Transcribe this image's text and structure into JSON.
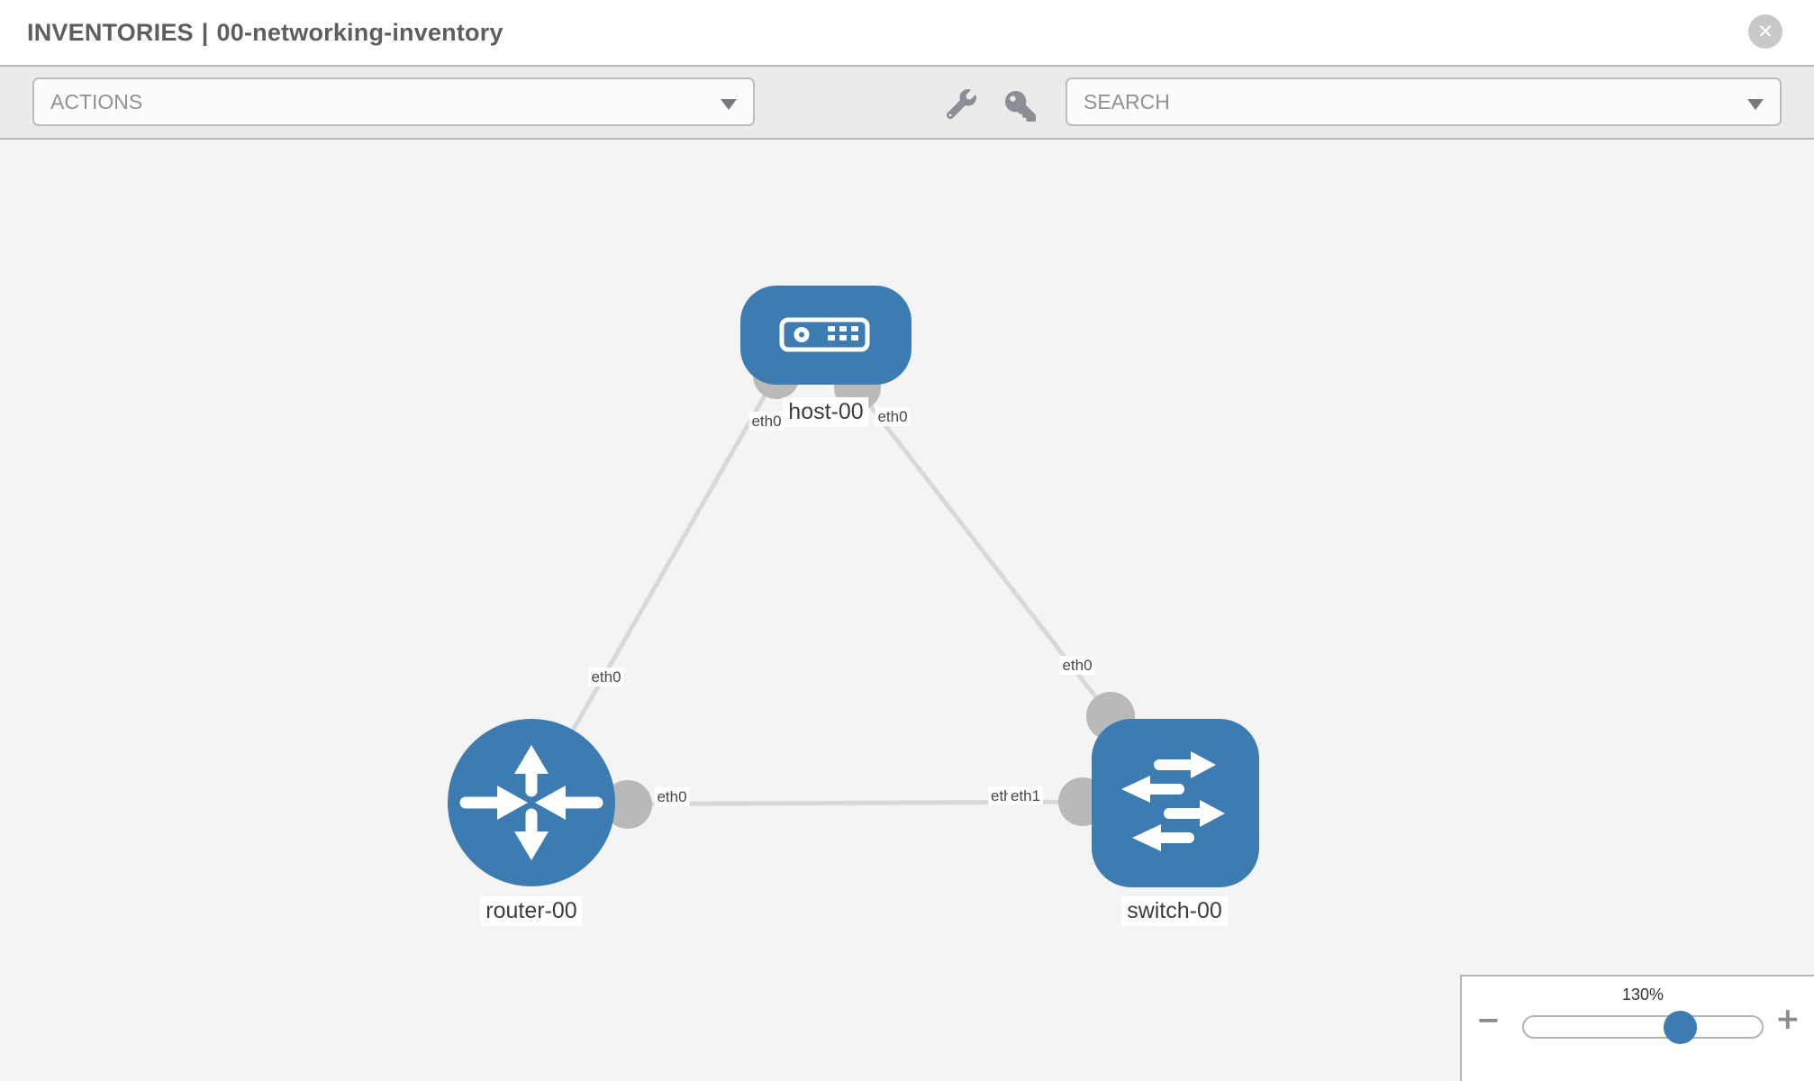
{
  "header": {
    "section": "INVENTORIES",
    "separator": "|",
    "inventory_name": "00-networking-inventory",
    "close_glyph": "✕"
  },
  "toolbar": {
    "actions_label": "ACTIONS",
    "search_label": "SEARCH",
    "icons": [
      "wrench-icon",
      "key-icon"
    ]
  },
  "diagram": {
    "nodes": [
      {
        "id": "host-00",
        "type": "host",
        "label": "host-00"
      },
      {
        "id": "router-00",
        "type": "router",
        "label": "router-00"
      },
      {
        "id": "switch-00",
        "type": "switch",
        "label": "switch-00"
      }
    ],
    "links": [
      {
        "from": "host-00",
        "from_if": "eth0",
        "to": "router-00",
        "to_if": "eth0"
      },
      {
        "from": "host-00",
        "from_if": "eth0",
        "to": "switch-00",
        "to_if": "eth0"
      },
      {
        "from": "router-00",
        "from_if": "eth0",
        "to": "switch-00",
        "to_if": "eth1",
        "overlap_label": "eth0"
      }
    ]
  },
  "zoom_control": {
    "value": "130%",
    "minus_glyph": "−",
    "plus_glyph": "+"
  },
  "colors": {
    "node_blue": "#3d7cb2",
    "link_gray": "#d8d8d8",
    "endpoint_gray": "#b9b9b9",
    "toolbar_bg": "#ebebeb",
    "canvas_bg": "#f4f4f4"
  }
}
